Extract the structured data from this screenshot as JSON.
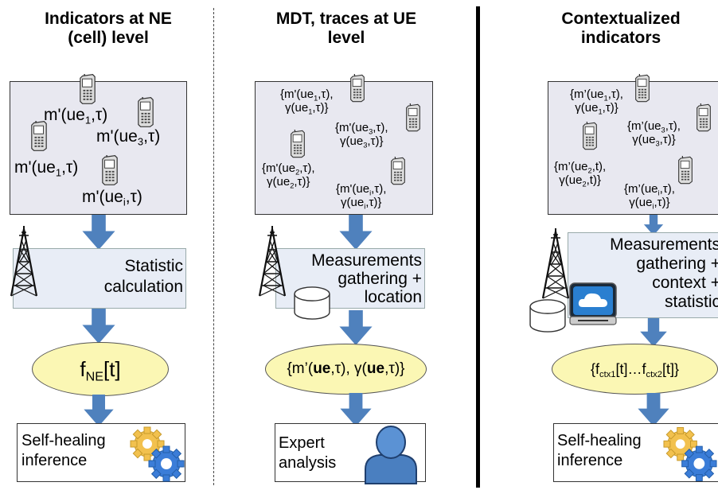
{
  "columns": {
    "col1": {
      "title_line1": "Indicators at NE",
      "title_line2": "(cell) level",
      "m1_pre": "m'(ue",
      "m1_sub": "1",
      "m1_post": ",τ)",
      "m2_pre": "m'(ue",
      "m2_sub": "3",
      "m2_post": ",τ)",
      "m3_pre": "m'(ue",
      "m3_sub": "1",
      "m3_post": ",τ)",
      "m4_pre": "m'(ue",
      "m4_sub": "i",
      "m4_post": ",τ)",
      "box_line1": "Statistic",
      "box_line2": "calculation",
      "ellipse_pre": "f",
      "ellipse_sub": "NE",
      "ellipse_post": "[t]",
      "out_line1": "Self-healing",
      "out_line2": "inference"
    },
    "col2": {
      "title_line1": "MDT, traces at UE",
      "title_line2": "level",
      "g1a_pre": "{m'(ue",
      "g1a_sub": "1",
      "g1a_post": ",τ),",
      "g1b_pre": "γ(ue",
      "g1b_sub": "1",
      "g1b_post": ",τ)}",
      "g2a_pre": "{m'(ue",
      "g2a_sub": "3",
      "g2a_post": ",τ),",
      "g2b_pre": "γ(ue",
      "g2b_sub": "3",
      "g2b_post": ",τ)}",
      "g3a_pre": "{m'(ue",
      "g3a_sub": "2",
      "g3a_post": ",τ),",
      "g3b_pre": "γ(ue",
      "g3b_sub": "2",
      "g3b_post": ",τ)}",
      "g4a_pre": "{m'(ue",
      "g4a_sub": "i",
      "g4a_post": ",τ),",
      "g4b_pre": "γ(ue",
      "g4b_sub": "i",
      "g4b_post": ",τ)}",
      "box_line1": "Measurements",
      "box_line2": "gathering +",
      "box_line3": "location",
      "ell_a": "{m’(",
      "ell_b": "ue",
      "ell_c": ",τ), γ(",
      "ell_d": "ue",
      "ell_e": ",τ)}",
      "out_line1": "Expert",
      "out_line2": "analysis"
    },
    "col3": {
      "title_line1": "Contextualized",
      "title_line2": "indicators",
      "g1a_pre": "{m’(ue",
      "g1a_sub": "1",
      "g1a_post": ",τ),",
      "g1b_pre": "γ(ue",
      "g1b_sub": "1",
      "g1b_post": ",τ)}",
      "g2a_pre": "{m’(ue",
      "g2a_sub": "3",
      "g2a_post": ",τ),",
      "g2b_pre": "γ(ue",
      "g2b_sub": "3",
      "g2b_post": ",τ)}",
      "g3a_pre": "{m’(ue",
      "g3a_sub": "2",
      "g3a_post": ",t),",
      "g3b_pre": "γ(ue",
      "g3b_sub": "2",
      "g3b_post": ",t)}",
      "g4a_pre": "{m’(ue",
      "g4a_sub": "i",
      "g4a_post": ",τ),",
      "g4b_pre": "γ(ue",
      "g4b_sub": "i",
      "g4b_post": ",τ)}",
      "box_line1": "Measurements",
      "box_line2": "gathering +",
      "box_line3": "context +",
      "box_line4": "statistic",
      "ell_a": "{f",
      "ell_b": "ctx1",
      "ell_c": "[t]…f",
      "ell_d": "ctx2",
      "ell_e": "[t]}",
      "out_line1": "Self-healing",
      "out_line2": "inference"
    }
  },
  "colors": {
    "arrow": "#4f81bd",
    "panel": "#e8e8f0",
    "box": "#e8edf6",
    "ellipse": "#fbf7b4",
    "phone": "#777777"
  }
}
